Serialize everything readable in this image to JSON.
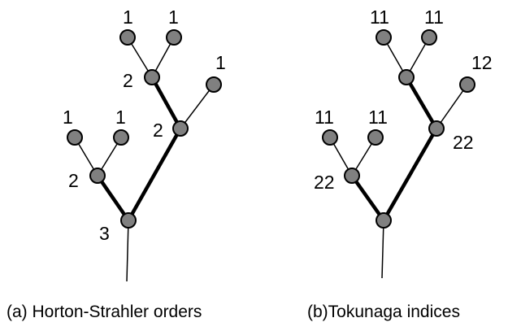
{
  "panels": [
    {
      "caption": "(a) Horton-Strahler orders",
      "labels": {
        "n1": "1",
        "n2": "1",
        "n3": "2",
        "n4": "1",
        "n5": "2",
        "n6": "1",
        "n7": "1",
        "n8": "2",
        "n9": "3"
      }
    },
    {
      "caption": "(b)Tokunaga indices",
      "labels": {
        "n1": "11",
        "n2": "11",
        "n4": "12",
        "n5": "22",
        "n6": "11",
        "n7": "11",
        "n8": "22"
      }
    }
  ],
  "colors": {
    "node_fill": "#808080",
    "edge": "#000000"
  }
}
